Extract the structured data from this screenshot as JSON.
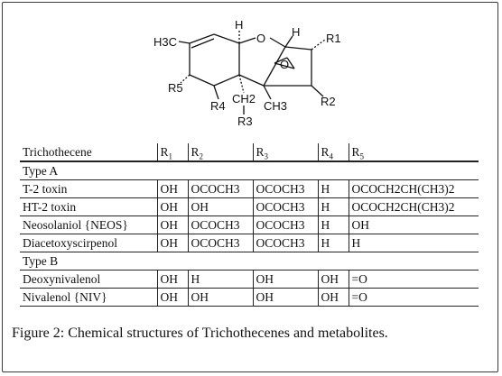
{
  "structure": {
    "labels": {
      "h_top": "H",
      "o_ring": "O",
      "h_right": "H",
      "r1": "R1",
      "h3c": "H3C",
      "o_epoxide": "O",
      "r5": "R5",
      "r4": "R4",
      "ch2": "CH2",
      "ch3": "CH3",
      "r2": "R2",
      "r3": "R3"
    }
  },
  "table": {
    "headers": [
      "Trichothecene",
      "R",
      "R",
      "R",
      "R",
      "R"
    ],
    "header_subs": [
      "",
      "1",
      "2",
      "3",
      "4",
      "5"
    ],
    "groups": {
      "a": "Type A",
      "b": "Type B"
    },
    "type_a_rows": [
      {
        "name": "T-2 toxin",
        "r1": "OH",
        "r2": "OCOCH3",
        "r3": "OCOCH3",
        "r4": "H",
        "r5": "OCOCH2CH(CH3)2"
      },
      {
        "name": "HT-2 toxin",
        "r1": "OH",
        "r2": "OH",
        "r3": "OCOCH3",
        "r4": "H",
        "r5": "OCOCH2CH(CH3)2"
      },
      {
        "name": "Neosolaniol {NEOS}",
        "r1": "OH",
        "r2": "OCOCH3",
        "r3": "OCOCH3",
        "r4": "H",
        "r5": "OH"
      },
      {
        "name": "Diacetoxyscirpenol",
        "r1": "OH",
        "r2": "OCOCH3",
        "r3": "OCOCH3",
        "r4": "H",
        "r5": "H"
      }
    ],
    "type_b_rows": [
      {
        "name": "Deoxynivalenol",
        "r1": "OH",
        "r2": "H",
        "r3": "OH",
        "r4": "OH",
        "r5": "=O"
      },
      {
        "name": "Nivalenol {NIV}",
        "r1": "OH",
        "r2": "OH",
        "r3": "OH",
        "r4": "OH",
        "r5": "=O"
      }
    ]
  },
  "caption": {
    "label": "Figure 2:",
    "text": "Chemical structures of Trichothecenes and metabolites."
  }
}
